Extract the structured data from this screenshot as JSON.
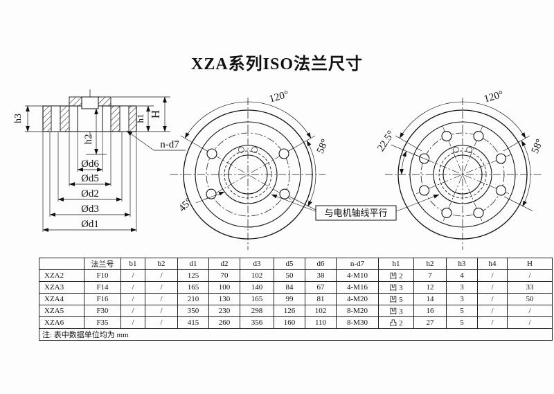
{
  "title": "XZA系列ISO法兰尺寸",
  "section_view": {
    "labels": {
      "h3": "h3",
      "h2": "h2",
      "h1": "h1",
      "H": "H",
      "n_d7": "n-d7",
      "d6": "Ød6",
      "d5": "Ød5",
      "d2": "Ød2",
      "d3": "Ød3",
      "d1": "Ød1"
    }
  },
  "flange_view_left": {
    "angle_top": "120°",
    "angle_right": "58°",
    "angle_lower_left": "45°"
  },
  "flange_view_right": {
    "angle_top": "120°",
    "angle_right": "58°",
    "angle_upper_left": "22.5°"
  },
  "callout": {
    "text": "与电机轴线平行"
  },
  "table": {
    "headers": [
      "",
      "法兰号",
      "b1",
      "b2",
      "d1",
      "d2",
      "d3",
      "d5",
      "d6",
      "n-d7",
      "h1",
      "h2",
      "h3",
      "h4",
      "H"
    ],
    "rows": [
      [
        "XZA2",
        "F10",
        "/",
        "/",
        "125",
        "70",
        "102",
        "50",
        "38",
        "4-M10",
        "凹 2",
        "7",
        "4",
        "/",
        "/"
      ],
      [
        "XZA3",
        "F14",
        "/",
        "/",
        "165",
        "100",
        "140",
        "84",
        "67",
        "4-M16",
        "凹 3",
        "12",
        "3",
        "/",
        "33"
      ],
      [
        "XZA4",
        "F16",
        "/",
        "/",
        "210",
        "130",
        "165",
        "99",
        "81",
        "4-M20",
        "凹 5",
        "14",
        "3",
        "/",
        "50"
      ],
      [
        "XZA5",
        "F30",
        "/",
        "/",
        "350",
        "230",
        "298",
        "126",
        "102",
        "8-M20",
        "凹 3",
        "16",
        "5",
        "/",
        "/"
      ],
      [
        "XZA6",
        "F35",
        "/",
        "/",
        "415",
        "260",
        "356",
        "160",
        "110",
        "8-M30",
        "凸 2",
        "27",
        "5",
        "/",
        "/"
      ]
    ]
  },
  "note": "注: 表中数据单位均为 mm"
}
